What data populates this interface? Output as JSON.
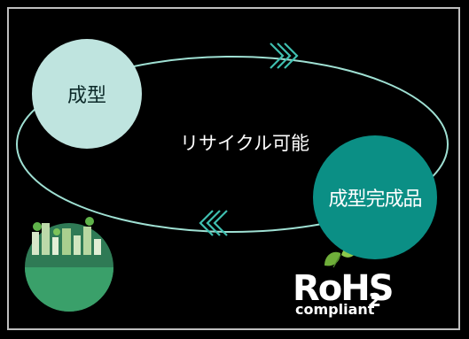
{
  "diagram": {
    "node_molding": "成型",
    "node_finished": "成型完成品",
    "cycle_label": "リサイクル可能"
  },
  "badge": {
    "main": "RoHS",
    "subscript": "2",
    "compliant": "compliant"
  },
  "colors": {
    "background": "#000000",
    "ellipse_stroke": "#9fe0d3",
    "node_light": "#bfe4df",
    "node_dark": "#0b8f85",
    "arrow": "#3fbfb0",
    "leaf_green": "#6fae3a"
  },
  "icons": {
    "arrow_right": "triple-chevron-right-icon",
    "arrow_left": "triple-chevron-left-icon",
    "eco_city": "eco-city-globe-icon",
    "leaves": "leaf-icon"
  }
}
